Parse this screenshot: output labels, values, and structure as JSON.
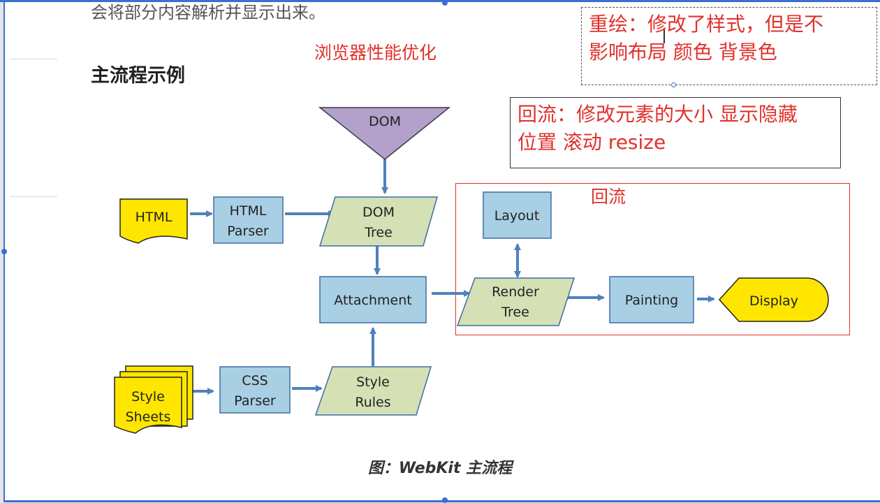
{
  "intro_text": "会将部分内容解析并显示出来。",
  "heading": "主流程示例",
  "notes": {
    "browser_perf": "浏览器性能优化",
    "reflow_region_label": "回流",
    "repaint_line1": "重绘：修改了样式，但是不",
    "repaint_line2": "影响布局 颜色  背景色",
    "reflow_line1": "回流：修改元素的大小 显示隐藏",
    "reflow_line2": "位置  滚动  resize"
  },
  "diagram": {
    "dom": "DOM",
    "html": "HTML",
    "html_parser_1": "HTML",
    "html_parser_2": "Parser",
    "dom_tree_1": "DOM",
    "dom_tree_2": "Tree",
    "attachment": "Attachment",
    "layout": "Layout",
    "render_tree_1": "Render",
    "render_tree_2": "Tree",
    "painting": "Painting",
    "display": "Display",
    "style_sheets_1": "Style",
    "style_sheets_2": "Sheets",
    "css_parser_1": "CSS",
    "css_parser_2": "Parser",
    "style_rules_1": "Style",
    "style_rules_2": "Rules",
    "colors": {
      "process": "#a9cfe4",
      "data": "#d5e0b5",
      "document": "#ffe600",
      "dom_triangle": "#b3a0cb",
      "arrow": "#4f81bd"
    }
  },
  "caption": "图：WebKit 主流程"
}
